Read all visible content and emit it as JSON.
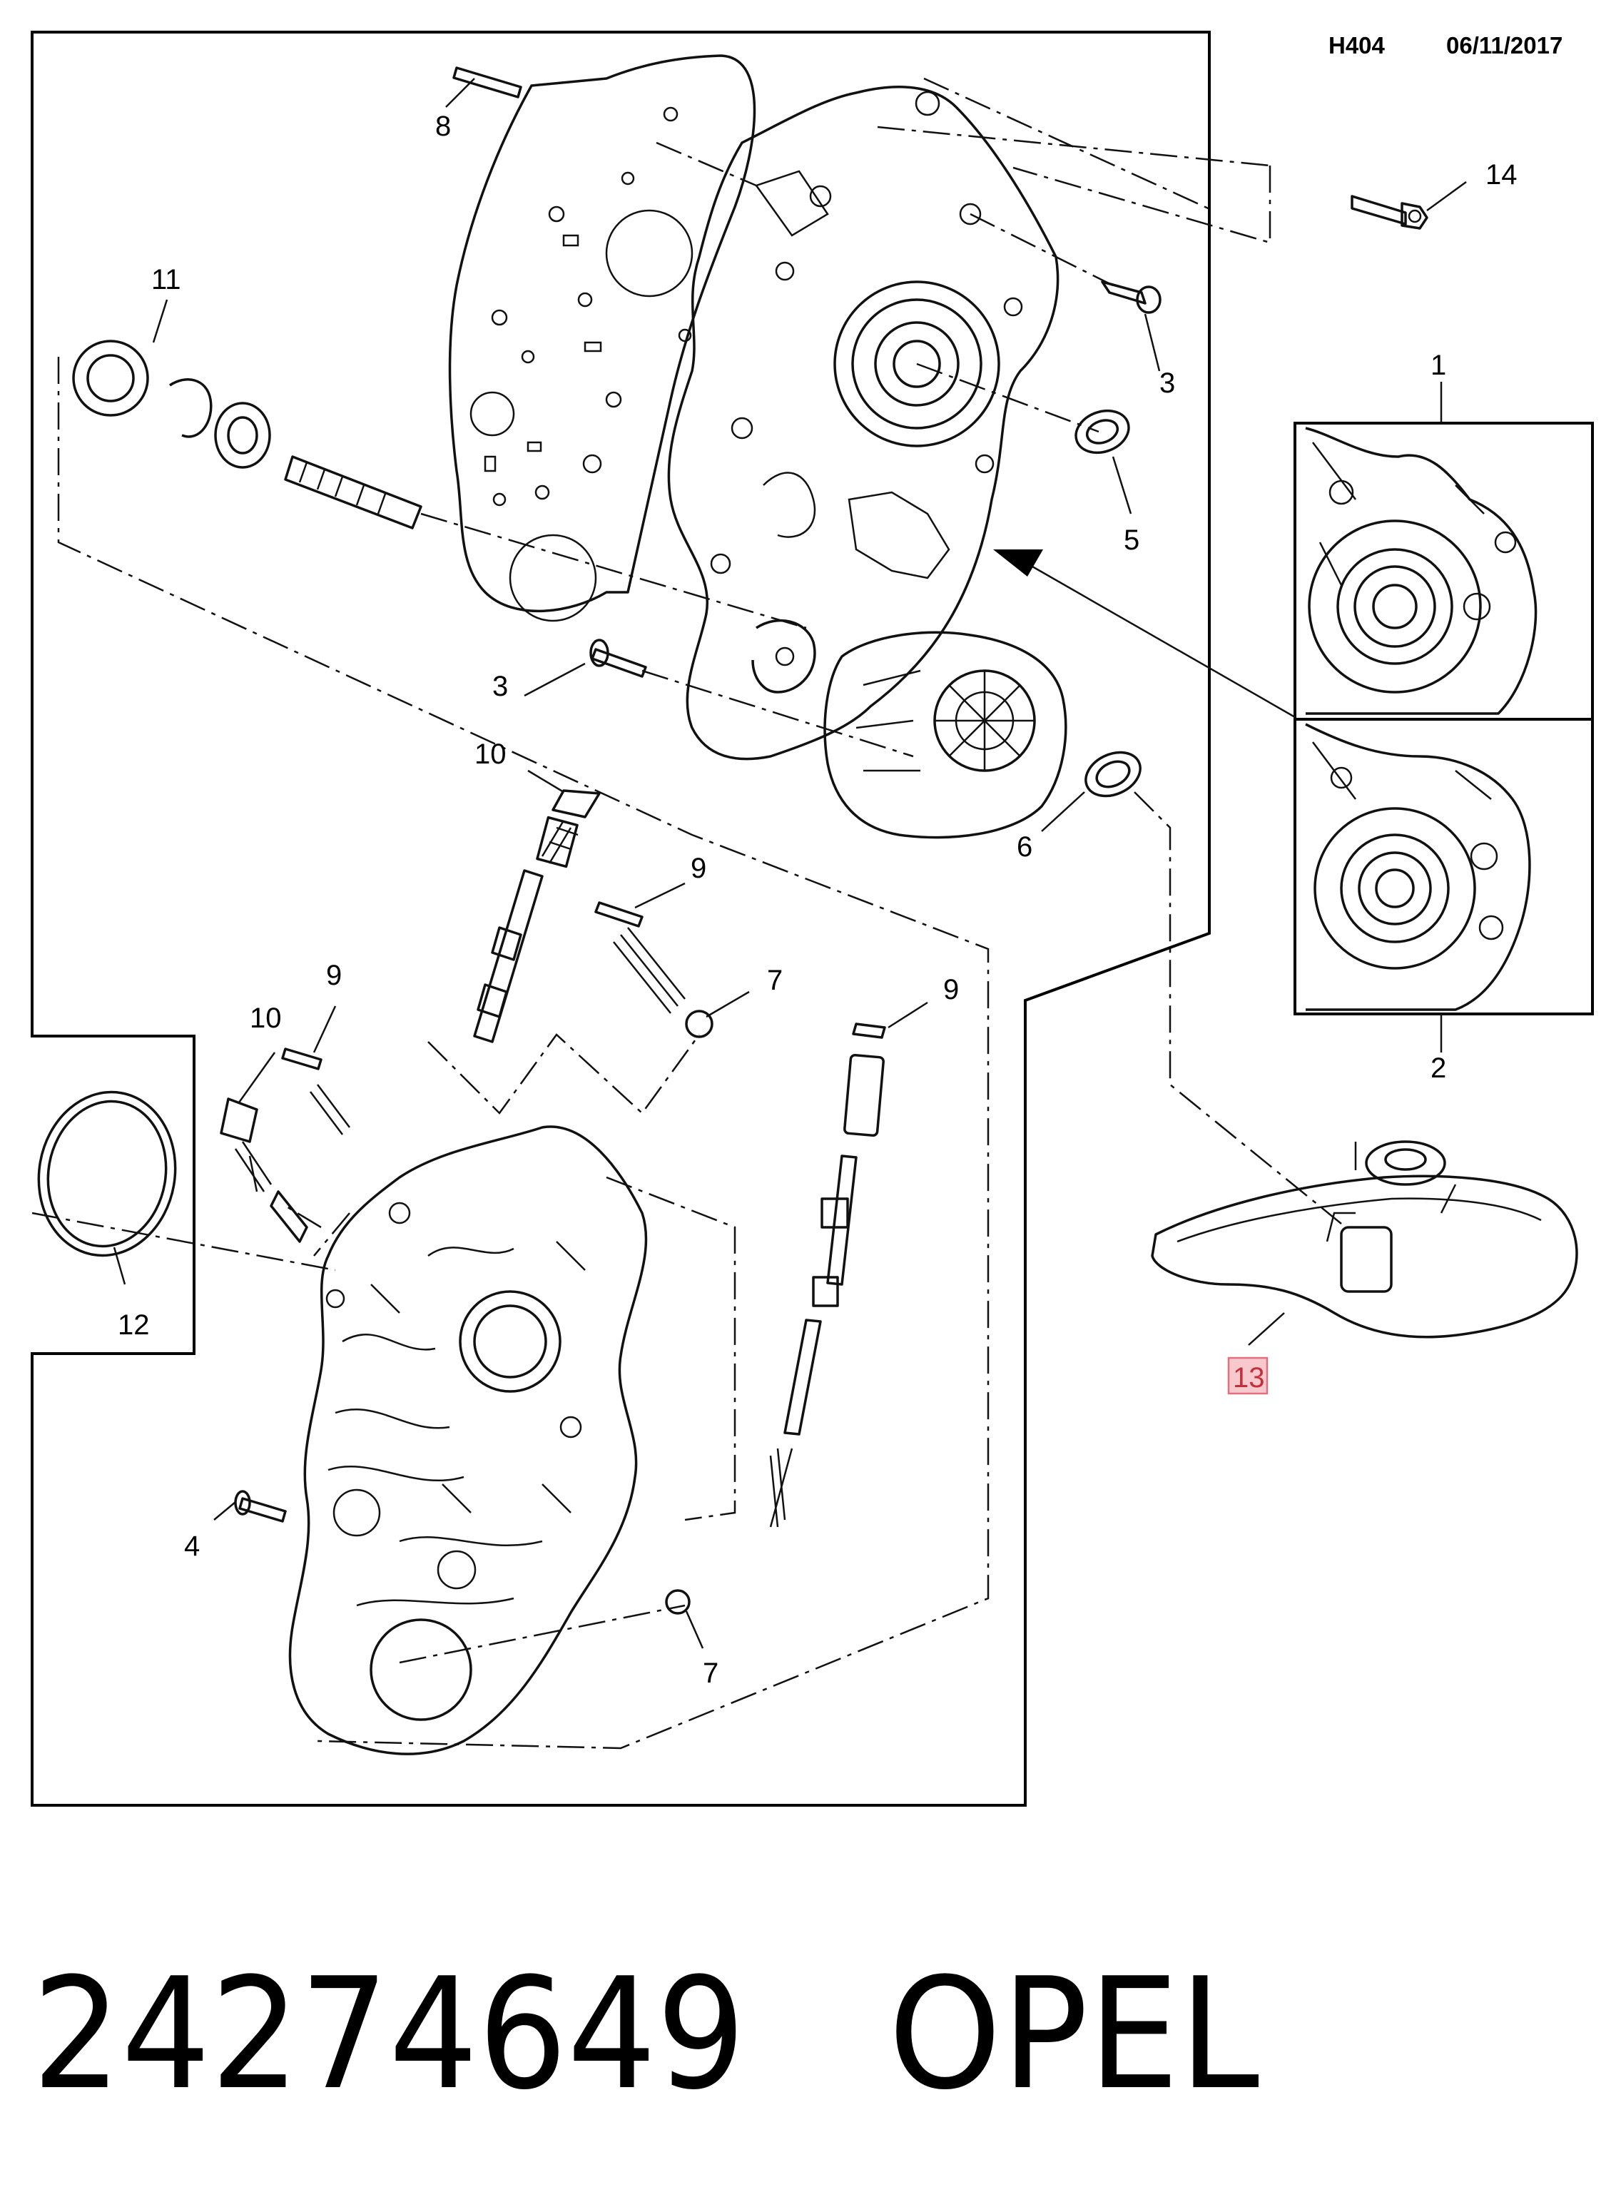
{
  "header": {
    "diagram_code": "H404",
    "date": "06/11/2017"
  },
  "callouts": [
    {
      "id": "c1",
      "text": "1"
    },
    {
      "id": "c2",
      "text": "2"
    },
    {
      "id": "c3a",
      "text": "3"
    },
    {
      "id": "c3b",
      "text": "3"
    },
    {
      "id": "c4",
      "text": "4"
    },
    {
      "id": "c5",
      "text": "5"
    },
    {
      "id": "c6",
      "text": "6"
    },
    {
      "id": "c7a",
      "text": "7"
    },
    {
      "id": "c7b",
      "text": "7"
    },
    {
      "id": "c8",
      "text": "8"
    },
    {
      "id": "c9a",
      "text": "9"
    },
    {
      "id": "c9b",
      "text": "9"
    },
    {
      "id": "c9c",
      "text": "9"
    },
    {
      "id": "c10a",
      "text": "10"
    },
    {
      "id": "c10b",
      "text": "10"
    },
    {
      "id": "c11",
      "text": "11"
    },
    {
      "id": "c12",
      "text": "12"
    },
    {
      "id": "c13",
      "text": "13",
      "highlight": "#f7c8cc",
      "highlight_border": "#e07080"
    },
    {
      "id": "c14",
      "text": "14"
    }
  ],
  "footer": {
    "part_number": "24274649",
    "brand": "OPEL"
  }
}
